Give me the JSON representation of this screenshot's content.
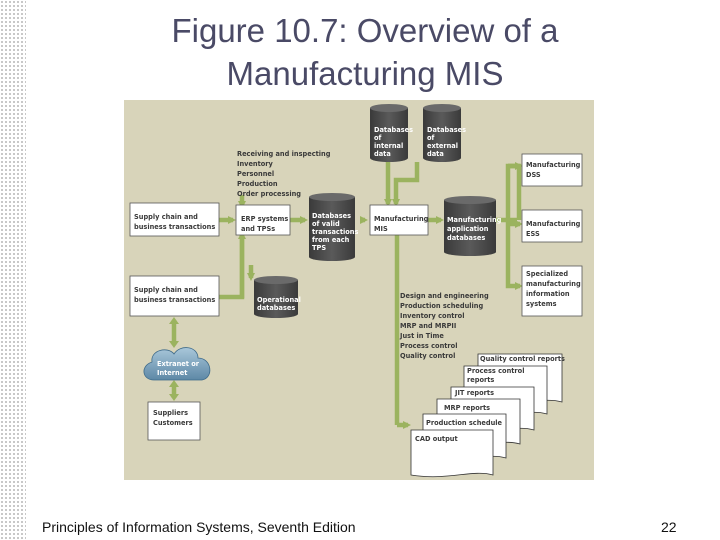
{
  "slide": {
    "title_line1": "Figure 10.7: Overview of a",
    "title_line2": "Manufacturing MIS",
    "footer_text": "Principles of Information Systems, Seventh Edition",
    "page_number": "22"
  },
  "colors": {
    "panel": "#d8d4ba",
    "arrow": "#9bb35f",
    "database": "#4c4c4c",
    "cloud": "#7fa6c1"
  },
  "diagram": {
    "inputs": {
      "receiving_list": [
        "Receiving and inspecting",
        "Inventory",
        "Personnel",
        "Production",
        "Order processing"
      ],
      "supply_chain_1": [
        "Supply chain and",
        "business transactions"
      ],
      "supply_chain_2": [
        "Supply chain and",
        "business transactions"
      ],
      "erp": [
        "ERP systems",
        "and TPSs"
      ],
      "extranet": [
        "Extranet or",
        "Internet"
      ],
      "suppliers": [
        "Suppliers",
        "Customers"
      ]
    },
    "databases": {
      "internal": [
        "Databases",
        "of",
        "internal",
        "data"
      ],
      "external": [
        "Databases",
        "of",
        "external",
        "data"
      ],
      "valid": [
        "Databases",
        "of valid",
        "transactions",
        "from each",
        "TPS"
      ],
      "operational": [
        "Operational",
        "databases"
      ],
      "application": [
        "Manufacturing",
        "application",
        "databases"
      ]
    },
    "mis": [
      "Manufacturing",
      "MIS"
    ],
    "outputs": {
      "dss": [
        "Manufacturing",
        "DSS"
      ],
      "ess": [
        "Manufacturing",
        "ESS"
      ],
      "specialized": [
        "Specialized",
        "manufacturing",
        "information",
        "systems"
      ]
    },
    "functions": [
      "Design and engineering",
      "Production scheduling",
      "Inventory control",
      "MRP and MRPII",
      "Just in Time",
      "Process control",
      "Quality control"
    ],
    "reports": [
      "Quality control reports",
      [
        "Process control",
        "reports"
      ],
      "JIT reports",
      "MRP reports",
      "Production schedule",
      "CAD output"
    ]
  }
}
